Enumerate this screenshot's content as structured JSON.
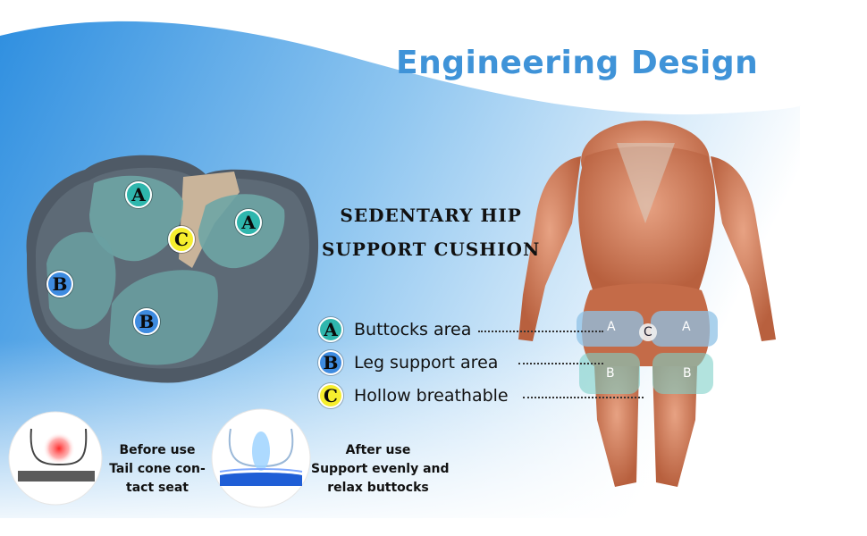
{
  "heading": "Engineering Design",
  "subheading": {
    "line1": "SEDENTARY HIP",
    "line2": "SUPPORT CUSHION"
  },
  "legend": [
    {
      "letter": "A",
      "label": "Buttocks area"
    },
    {
      "letter": "B",
      "label": "Leg support area"
    },
    {
      "letter": "C",
      "label": "Hollow breathable"
    }
  ],
  "cushion_labels": {
    "a_left": "A",
    "a_right": "A",
    "c": "C",
    "b_left": "B",
    "b_right": "B"
  },
  "body_labels": {
    "a_left": "A",
    "a_right": "A",
    "c": "C",
    "b_left": "B",
    "b_right": "B"
  },
  "before": {
    "line1": "Before use",
    "line2": "Tail cone con-",
    "line3": "tact seat"
  },
  "after": {
    "line1": "After use",
    "line2": "Support evenly and",
    "line3": "relax buttocks"
  },
  "colors": {
    "accent_blue": "#3f93d8",
    "badge_a": "#2fb6ad",
    "badge_b": "#3e8be0",
    "badge_c": "#f6ee2e"
  }
}
